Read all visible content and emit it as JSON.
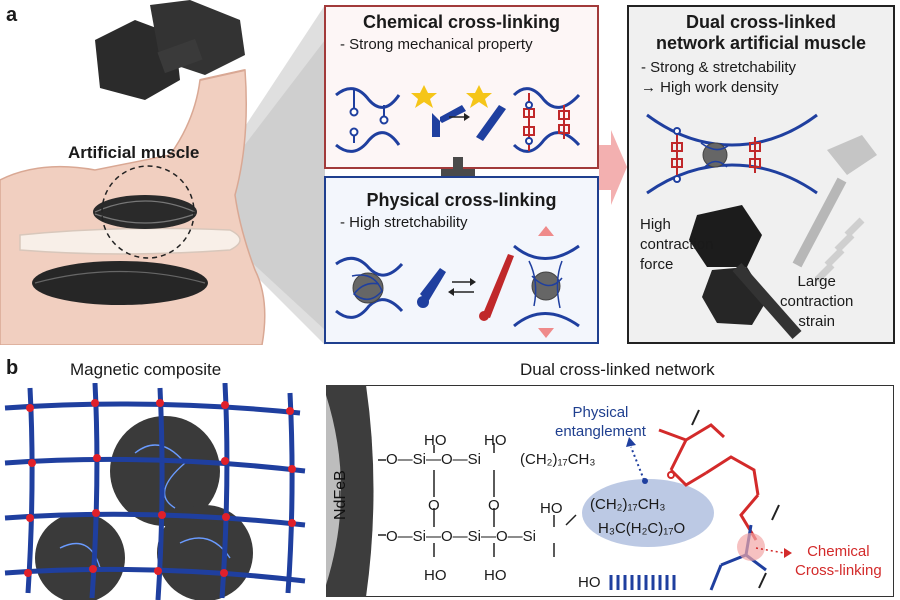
{
  "panel_a": {
    "letter": "a",
    "muscle_label": "Artificial muscle",
    "chemical": {
      "title": "Chemical cross-linking",
      "subtitle": "- Strong mechanical property"
    },
    "physical": {
      "title": "Physical cross-linking",
      "subtitle": "- High stretchability"
    },
    "dual": {
      "title_line1": "Dual cross-linked",
      "title_line2": "network artificial muscle",
      "point1": "- Strong & stretchability",
      "point2": "→ High work density",
      "force_line1": "High",
      "force_line2": "contraction",
      "force_line3": "force",
      "strain_line1": "Large",
      "strain_line2": "contraction",
      "strain_line3": "strain"
    },
    "colors": {
      "chemical": "#a23a3a",
      "physical": "#1f3f8f",
      "chain": "#1f3f9f",
      "crosslink": "#c0282a"
    }
  },
  "panel_b": {
    "letter": "b",
    "composite_title": "Magnetic composite",
    "network_title": "Dual cross-linked network",
    "particle_label": "NdFeB",
    "entanglement_line1": "Physical",
    "entanglement_line2": "entanglement",
    "chemical_line1": "Chemical",
    "chemical_line2": "Cross-linking",
    "formula": {
      "ho1": "HO",
      "ho2": "HO",
      "ho3": "HO",
      "ho4": "HO",
      "ho5": "HO",
      "ho6": "HO",
      "o_si_row1": "O—Si—O—Si",
      "o_si_row2": "O—Si—O—Si—O—Si",
      "chain1": "(CH₂)₁₇CH₃",
      "chain2": "(CH₂)₁₇CH₃",
      "chain3": "H₃C(H₂C)₁₇O",
      "o_mid1": "O",
      "o_mid2": "O"
    }
  }
}
